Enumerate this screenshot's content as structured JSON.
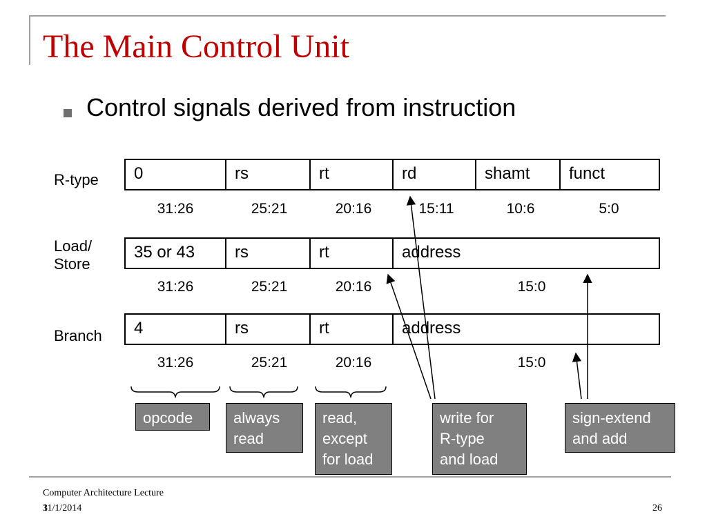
{
  "title": "The Main Control Unit",
  "bullet": "Control signals derived from instruction",
  "formats": [
    {
      "label": "R-type",
      "fields": [
        "0",
        "rs",
        "rt",
        "rd",
        "shamt",
        "funct"
      ],
      "bits": [
        "31:26",
        "25:21",
        "20:16",
        "15:11",
        "10:6",
        "5:0"
      ]
    },
    {
      "label": "Load/\nStore",
      "fields": [
        "35 or 43",
        "rs",
        "rt",
        "address"
      ],
      "bits": [
        "31:26",
        "25:21",
        "20:16",
        "15:0"
      ]
    },
    {
      "label": "Branch",
      "fields": [
        "4",
        "rs",
        "rt",
        "address"
      ],
      "bits": [
        "31:26",
        "25:21",
        "20:16",
        "15:0"
      ]
    }
  ],
  "annotations": {
    "opcode": "opcode",
    "always_read": "always\nread",
    "read_except_load": "read,\nexcept\nfor load",
    "write_rtype_load": "write for\nR-type\nand load",
    "sign_extend": "sign-extend\nand add"
  },
  "footer": {
    "course": "Computer Architecture Lecture",
    "number": "3",
    "date": "11/1/2014",
    "page": "26"
  },
  "colors": {
    "title": "#c00000",
    "annotation_box": "#808080",
    "frame": "#a0a0a0"
  }
}
